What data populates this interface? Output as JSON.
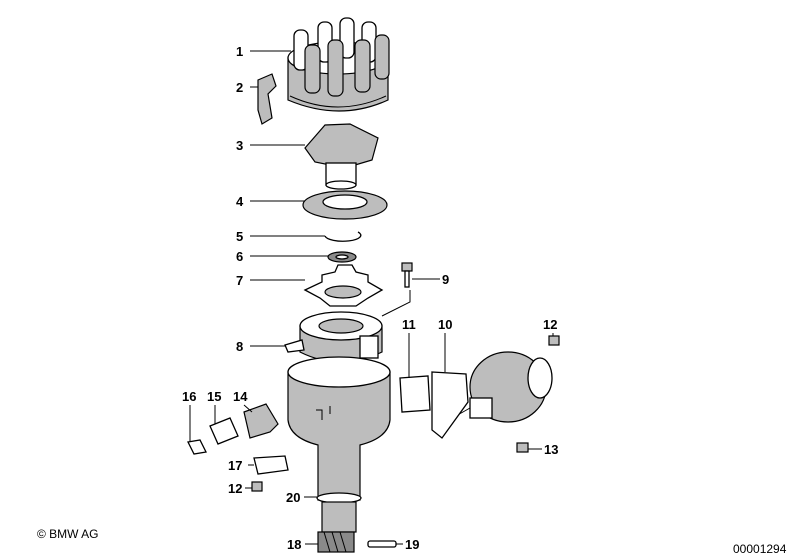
{
  "callouts": [
    {
      "id": "1",
      "text": "1"
    },
    {
      "id": "2",
      "text": "2"
    },
    {
      "id": "3",
      "text": "3"
    },
    {
      "id": "4",
      "text": "4"
    },
    {
      "id": "5",
      "text": "5"
    },
    {
      "id": "6",
      "text": "6"
    },
    {
      "id": "7",
      "text": "7"
    },
    {
      "id": "8",
      "text": "8"
    },
    {
      "id": "9",
      "text": "9"
    },
    {
      "id": "10",
      "text": "10"
    },
    {
      "id": "11",
      "text": "11"
    },
    {
      "id": "12a",
      "text": "12"
    },
    {
      "id": "12b",
      "text": "12"
    },
    {
      "id": "13",
      "text": "13"
    },
    {
      "id": "14",
      "text": "14"
    },
    {
      "id": "15",
      "text": "15"
    },
    {
      "id": "16",
      "text": "16"
    },
    {
      "id": "17",
      "text": "17"
    },
    {
      "id": "18",
      "text": "18"
    },
    {
      "id": "19",
      "text": "19"
    },
    {
      "id": "20",
      "text": "20"
    }
  ],
  "footer": {
    "copyright": "© BMW AG",
    "drawing_number": "00001294"
  },
  "colors": {
    "line": "#000000",
    "shade": "#bdbdbd",
    "background": "#ffffff"
  }
}
